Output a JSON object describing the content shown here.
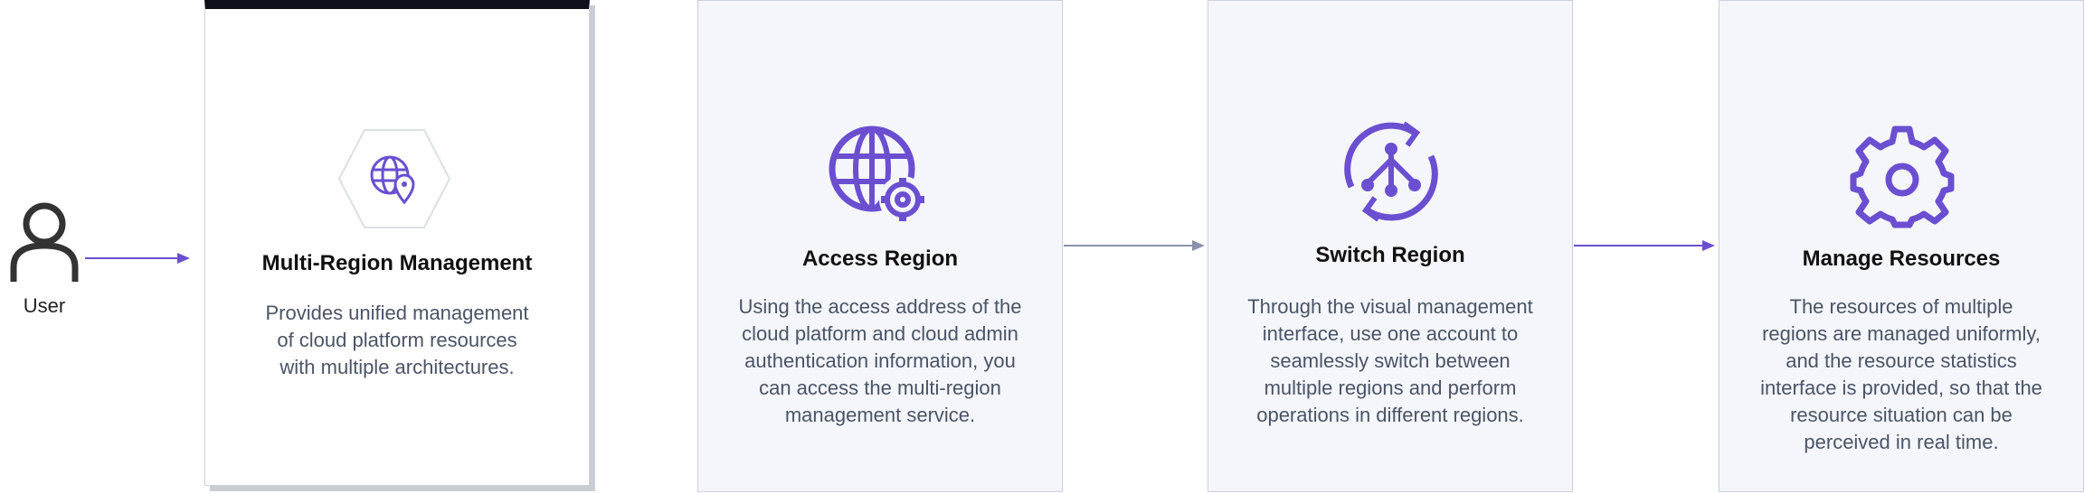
{
  "user": {
    "label": "User"
  },
  "cards": [
    {
      "title": "Multi-Region Management",
      "desc": [
        "Provides unified management",
        "of cloud platform resources",
        "with multiple architectures."
      ]
    },
    {
      "title": "Access Region",
      "desc": [
        "Using the access address of the",
        "cloud platform and cloud admin",
        "authentication information, you",
        "can access the multi-region",
        "management service."
      ]
    },
    {
      "title": "Switch Region",
      "desc": [
        "Through the visual management",
        "interface, use one account to",
        "seamlessly switch between",
        "multiple regions and perform",
        "operations in different regions."
      ]
    },
    {
      "title": "Manage Resources",
      "desc": [
        "The resources of multiple",
        "regions are managed uniformly,",
        "and the resource statistics",
        "interface is provided, so that the",
        "resource situation can be",
        "perceived in real time."
      ]
    }
  ],
  "colors": {
    "accent": "#6b4fd0",
    "arrow_gray": "#8a93ab",
    "card_bg": "#f4f6fb"
  },
  "icons": [
    "user-icon",
    "globe-pin-icon",
    "globe-gear-icon",
    "switch-region-icon",
    "gear-icon"
  ]
}
